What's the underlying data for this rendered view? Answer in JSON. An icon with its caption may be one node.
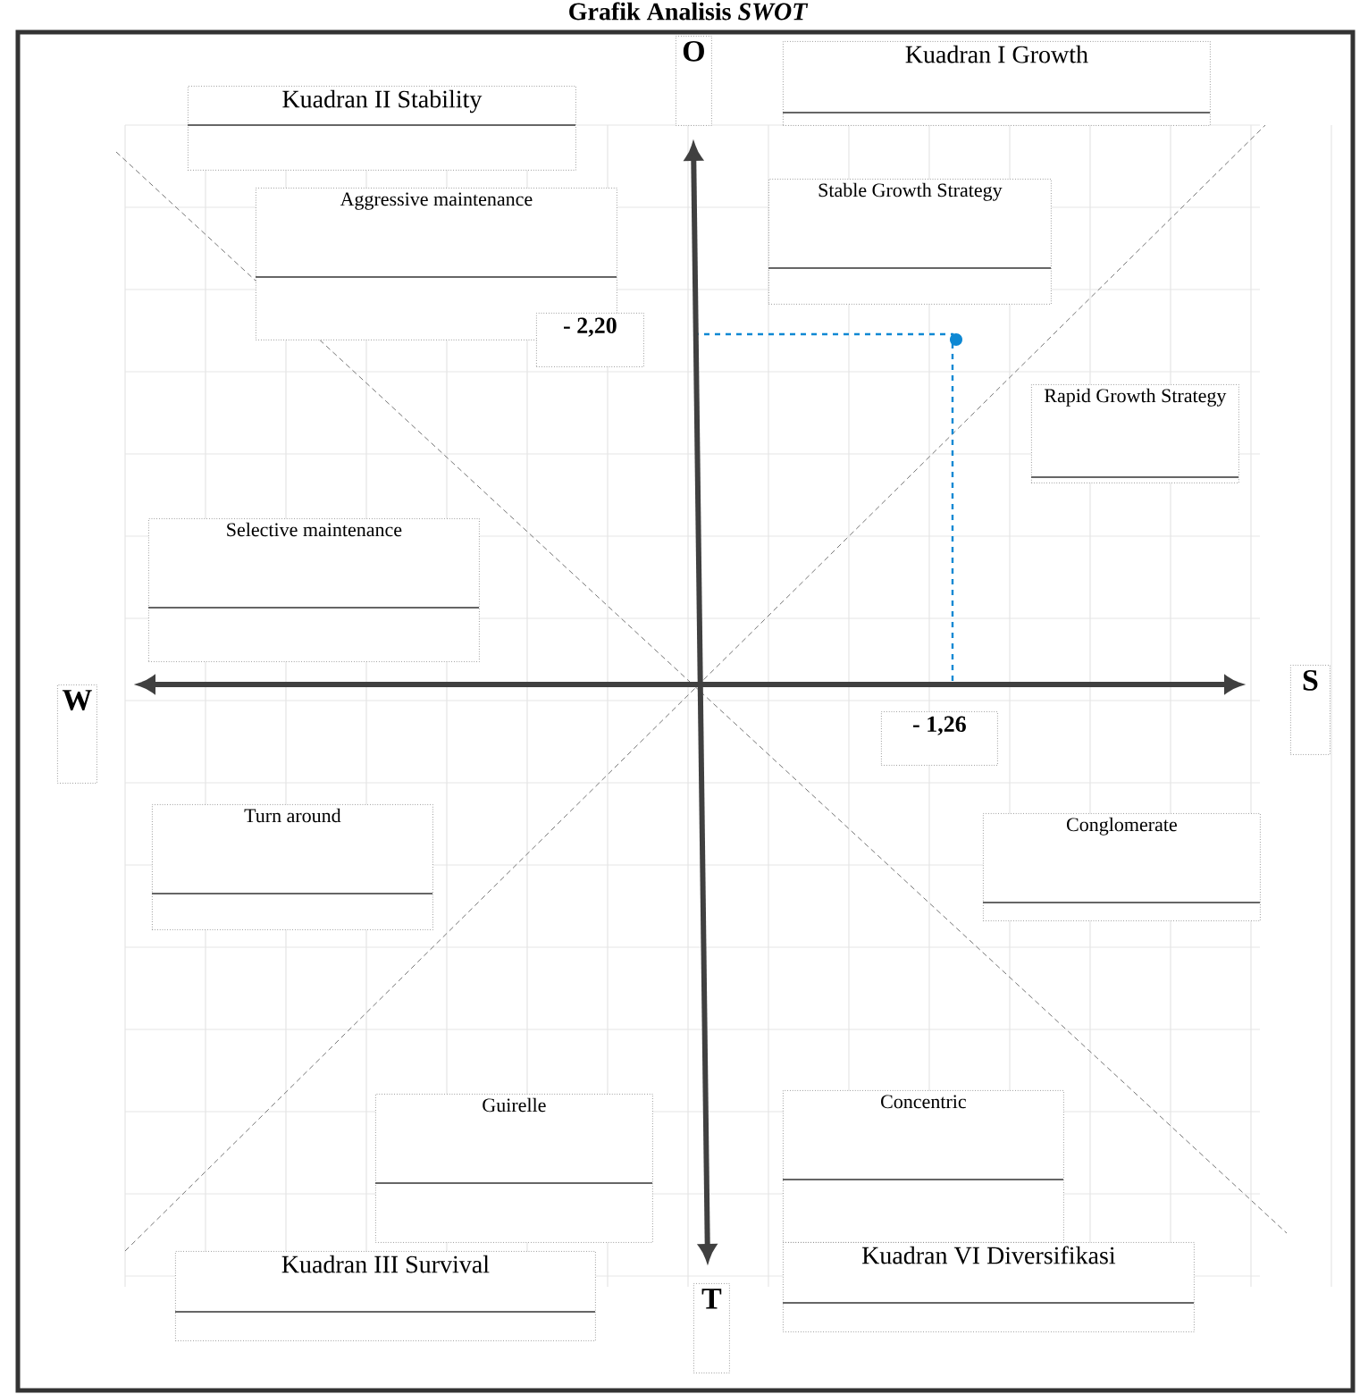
{
  "diagram": {
    "title": "Grafik Analisis *SWOT*",
    "nodes": [
      {
        "text": [
          "Kuadran II Stability"
        ]
      },
      {
        "text": [
          "Kuadran I Growth"
        ]
      },
      {
        "text": [
          "Aggressive maintenance"
        ]
      },
      {
        "text": [
          "Stable Growth Strategy"
        ]
      },
      {
        "text": [
          "Rapid Growth Strategy"
        ]
      },
      {
        "text": [
          "Selective maintenance"
        ]
      },
      {
        "text": [
          "Turn around"
        ]
      },
      {
        "text": [
          "Conglomerate"
        ]
      },
      {
        "text": [
          "Guirelle"
        ]
      },
      {
        "text": [
          "Concentric"
        ]
      },
      {
        "text": [
          "Kuadran III Survival"
        ]
      },
      {
        "text": [
          "Kuadran VI Diversifikasi"
        ]
      }
    ],
    "labels": [
      "O",
      "- 2,20",
      "W",
      "S",
      "- 1,26",
      "T"
    ]
  }
}
